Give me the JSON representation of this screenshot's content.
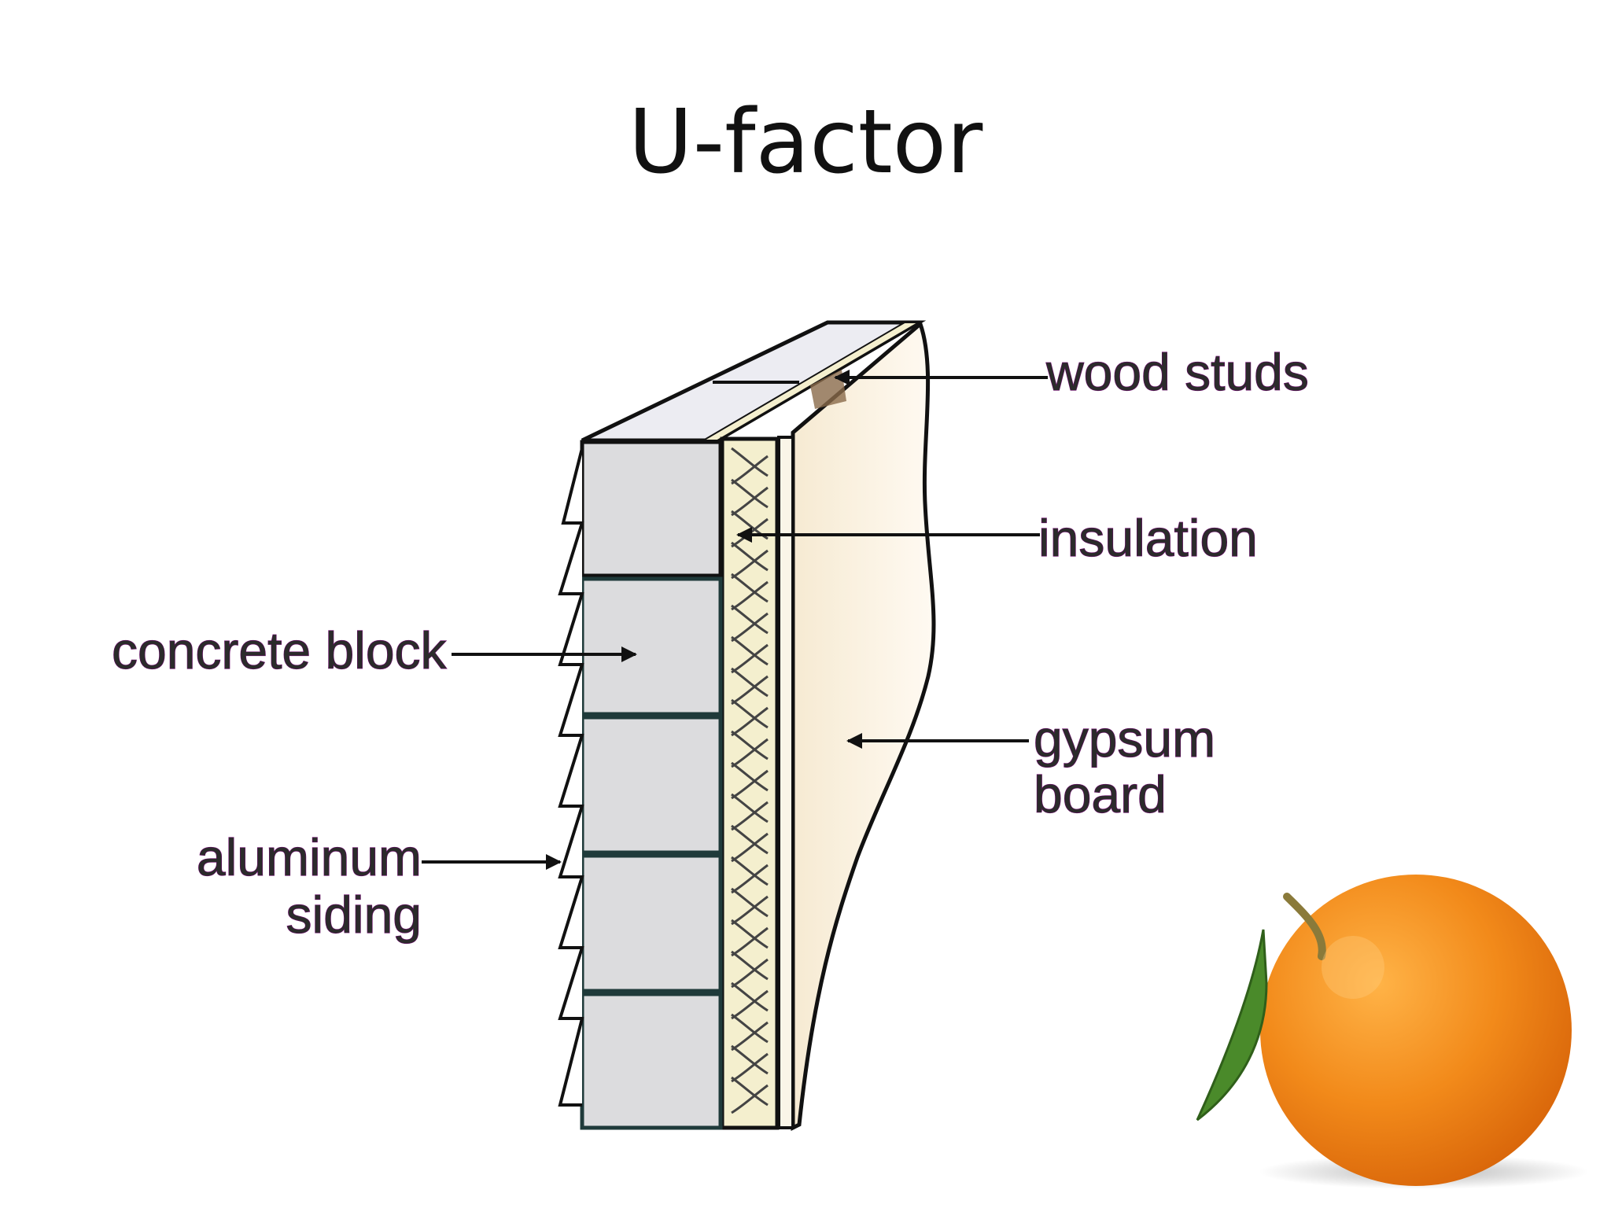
{
  "slide": {
    "title": "U-factor"
  },
  "labels": {
    "wood_studs": "wood studs",
    "insulation": "insulation",
    "concrete_block": "concrete block",
    "gypsum_line1": "gypsum",
    "gypsum_line2": "board",
    "aluminum_line1": "aluminum",
    "aluminum_line2": "siding"
  },
  "colors": {
    "label_outline": "#6a0a6a",
    "block_fill": "#dcdcde",
    "insulation_fill": "#f4efce",
    "gypsum_fill": "#f7eedb",
    "orange": "#f28a1a"
  },
  "icons": {
    "fruit": "orange-image"
  }
}
